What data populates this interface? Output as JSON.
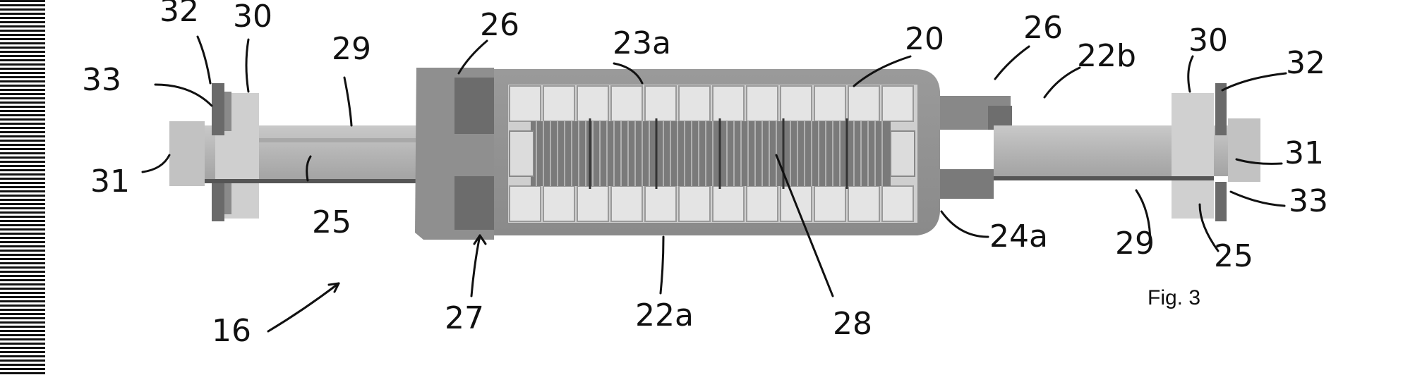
{
  "figure": {
    "caption": "Fig. 3",
    "labels": {
      "l32a": "32",
      "l30a": "30",
      "l29a": "29",
      "l26a": "26",
      "l23a": "23a",
      "l20": "20",
      "l26b": "26",
      "l22b": "22b",
      "l30b": "30",
      "l32b": "32",
      "l33a": "33",
      "l31a": "31",
      "l25a": "25",
      "l31b": "31",
      "l33b": "33",
      "l24a": "24a",
      "l29b": "29",
      "l25b": "25",
      "l16": "16",
      "l27": "27",
      "l22a": "22a",
      "l28": "28"
    }
  }
}
